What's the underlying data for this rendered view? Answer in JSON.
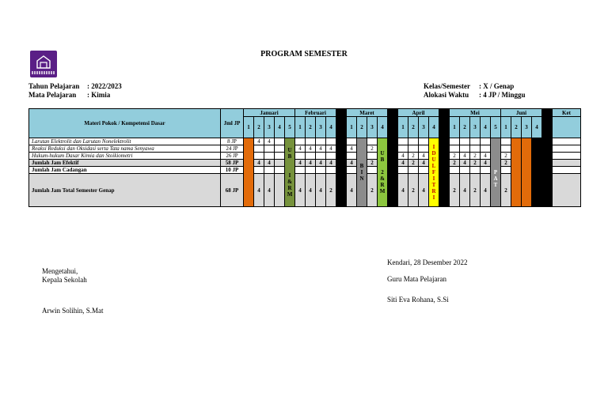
{
  "title": "PROGRAM SEMESTER",
  "logo": {
    "text": "SMKIT AL-HIJRAH"
  },
  "info": {
    "tahun_label": "Tahun Pelajaran",
    "tahun_value": ": 2022/2023",
    "mapel_label": "Mata Pelajaran",
    "mapel_value": ": Kimia",
    "kelas_label": "Kelas/Semester",
    "kelas_value": ": X / Genap",
    "alokasi_label": "Alokasi Waktu",
    "alokasi_value": ": 4 JP / Minggu"
  },
  "table": {
    "col_materi": "Materi Pokok / Kompetensi Dasar",
    "col_jml": "Jml JP",
    "col_ket": "Ket",
    "months": [
      "Januari",
      "Februari",
      "Maret",
      "April",
      "Mei",
      "Juni"
    ],
    "weeks": {
      "jan": [
        "1",
        "2",
        "3",
        "4",
        "5"
      ],
      "feb": [
        "1",
        "2",
        "3",
        "4"
      ],
      "mar": [
        "1",
        "2",
        "3",
        "4"
      ],
      "apr": [
        "1",
        "2",
        "3",
        "4"
      ],
      "mei": [
        "1",
        "2",
        "3",
        "4",
        "5"
      ],
      "jun": [
        "1",
        "2",
        "3",
        "4"
      ]
    },
    "rows": [
      {
        "materi": "Larutan Elektrolit dan Larutan Nonelektrolit",
        "jp": "8 JP"
      },
      {
        "materi": "Reaksi Reduksi dan Oksidasi serta Tata nama Senyawa",
        "jp": "24 JP"
      },
      {
        "materi": "Hukum-hukum Dasar Kimia dan Stoikiometri",
        "jp": "26 JP"
      },
      {
        "materi": "Jumlah Jam Efektif",
        "jp": "58 JP"
      },
      {
        "materi": "Jumlah Jam Cadangan",
        "jp": "10 JP"
      },
      {
        "materi": "Jumlah Jam Total Semester Genap",
        "jp": "68 JP"
      }
    ],
    "labels": {
      "ub": "U B",
      "ub_mar": "U B",
      "irm": "I & R M",
      "irm_mar": "2 & R M",
      "idul": "I D U L F I T R I",
      "pat": "P A T",
      "bin": "B I N"
    }
  },
  "signature": {
    "left_line1": "Mengetahui,",
    "left_line2": "Kepala Sekolah",
    "left_name": "Arwin Solihin, S.Mat",
    "right_place_date": "Kendari, 28 Desember 2022",
    "right_role": "Guru Mata Pelajaran",
    "right_name": "Siti Eva Rohana, S.Si"
  }
}
